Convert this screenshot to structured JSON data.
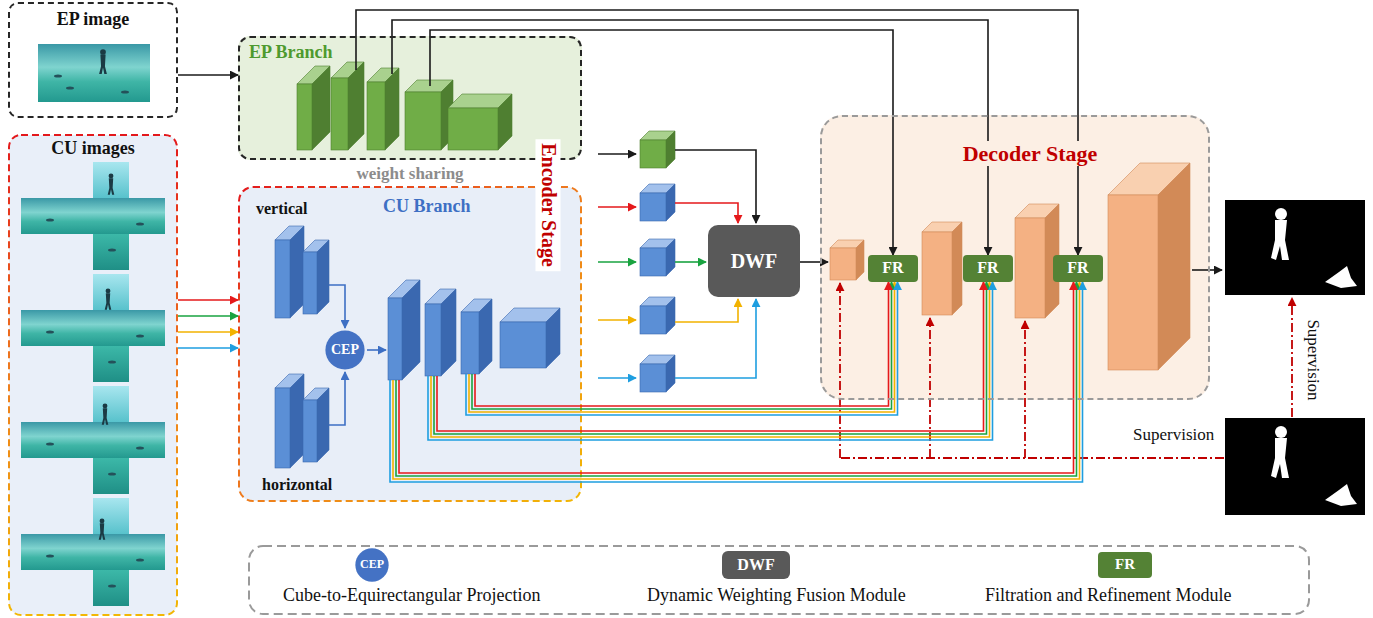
{
  "diagram": {
    "nodes": [
      {
        "text": [
          "EP image"
        ]
      },
      {
        "text": [
          "CU images"
        ]
      },
      {
        "text": [
          "EP Branch"
        ]
      },
      {
        "text": [
          "CU Branch"
        ]
      },
      {
        "text": [
          "CEP"
        ],
        "in": 3
      },
      {
        "text": [
          "DWF"
        ]
      },
      {
        "text": [
          "Decoder Stage"
        ]
      },
      {
        "text": [
          "FR"
        ],
        "in": 6
      },
      {
        "text": [
          "FR"
        ],
        "in": 6
      },
      {
        "text": [
          "FR"
        ],
        "in": 6
      },
      {
        "text": [
          "CEP"
        ]
      },
      {
        "text": [
          "DWF"
        ]
      },
      {
        "text": [
          "FR"
        ]
      }
    ],
    "edges": [
      {
        "from": 0,
        "to": 2,
        "arrow": "to"
      },
      {
        "from": 1,
        "to": 3,
        "arrow": "to"
      },
      {
        "from": 2,
        "to": 9,
        "arrow": "to"
      },
      {
        "from": 2,
        "to": 8,
        "arrow": "to"
      },
      {
        "from": 2,
        "to": 7,
        "arrow": "to"
      },
      {
        "from": 3,
        "to": 7,
        "arrow": "to"
      },
      {
        "from": 3,
        "to": 8,
        "arrow": "to"
      },
      {
        "from": 3,
        "to": 9,
        "arrow": "to"
      }
    ],
    "labels": [
      "weight sharing",
      "Encoder Stage",
      "vertical",
      "horizontal",
      "Supervision",
      "Supervision"
    ],
    "legend": [
      {
        "text": "Cube-to-Equirectangular Projection"
      },
      {
        "text": "Dynamic Weighting Fusion Module"
      },
      {
        "text": "Filtration and Refinement Module"
      }
    ]
  }
}
